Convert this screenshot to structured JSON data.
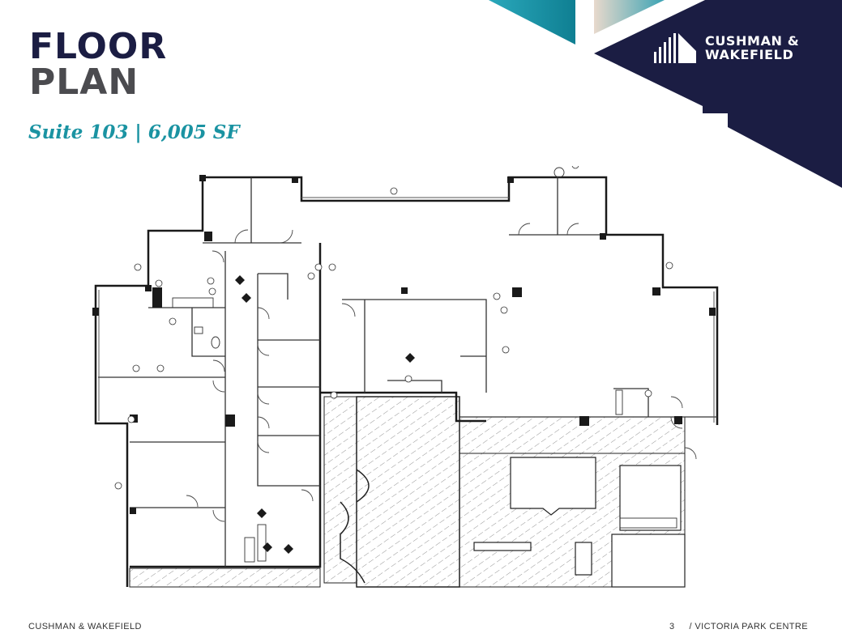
{
  "header": {
    "title_line1": "FLOOR",
    "title_line2": "PLAN",
    "subtitle": "Suite 103 | 6,005 SF"
  },
  "brand": {
    "name_line1": "CUSHMAN &",
    "name_line2": "WAKEFIELD",
    "logo_icon": "building-bars-icon"
  },
  "colors": {
    "navy": "#1b1d43",
    "teal": "#1a93a2",
    "gray": "#4b4b4f"
  },
  "footer": {
    "left": "CUSHMAN & WAKEFIELD",
    "page_number": "3",
    "right": "/ VICTORIA PARK CENTRE"
  }
}
